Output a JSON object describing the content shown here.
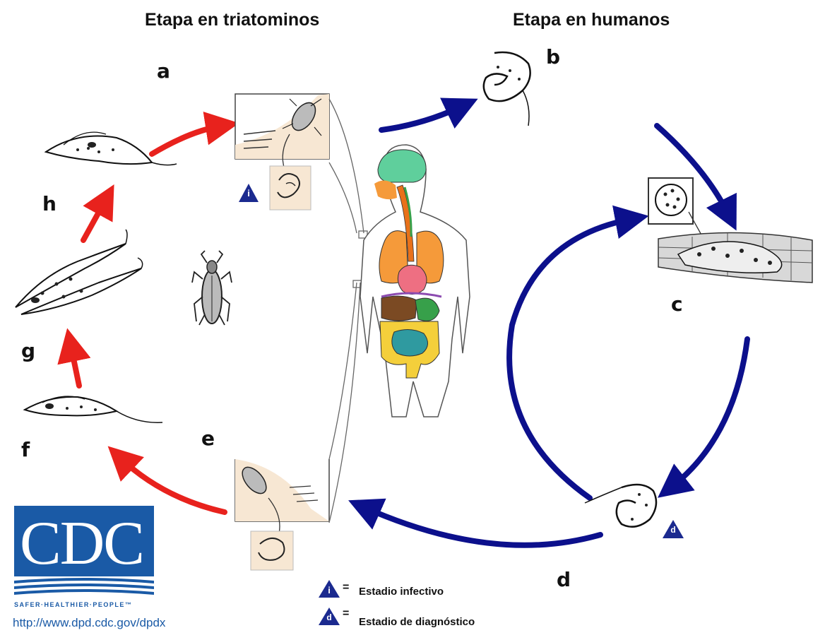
{
  "headings": {
    "left": "Etapa en triatominos",
    "right": "Etapa en humanos"
  },
  "stage_letters": {
    "a": "a",
    "b": "b",
    "c": "c",
    "d": "d",
    "e": "e",
    "f": "f",
    "g": "g",
    "h": "h"
  },
  "markers": {
    "infective_symbol": "i",
    "diagnostic_symbol": "d"
  },
  "legend": {
    "equals": "=",
    "infective_label": "Estadio infectivo",
    "diagnostic_label": "Estadio de diagnóstico"
  },
  "logo": {
    "letters": "CDC",
    "tagline": "SAFER·HEALTHIER·PEOPLE™",
    "url": "http://www.dpd.cdc.gov/dpdx"
  },
  "colors": {
    "insect_stage_arrows": "#e8221d",
    "human_stage_arrows": "#0c108c",
    "marker_triangle": "#1b2a8f",
    "cdc_blue": "#1a5aa6",
    "brain": "#5fcf9c",
    "lungs": "#f59a3a",
    "heart": "#ee6f82",
    "liver": "#7b4a23",
    "stomach": "#37a04a",
    "large_intestine": "#f4cf3b",
    "small_intestine": "#2f9aa0",
    "esophagus": "#e8711a",
    "diaphragm": "#8c4bb0",
    "bite_panel": "#f7e7d3"
  }
}
